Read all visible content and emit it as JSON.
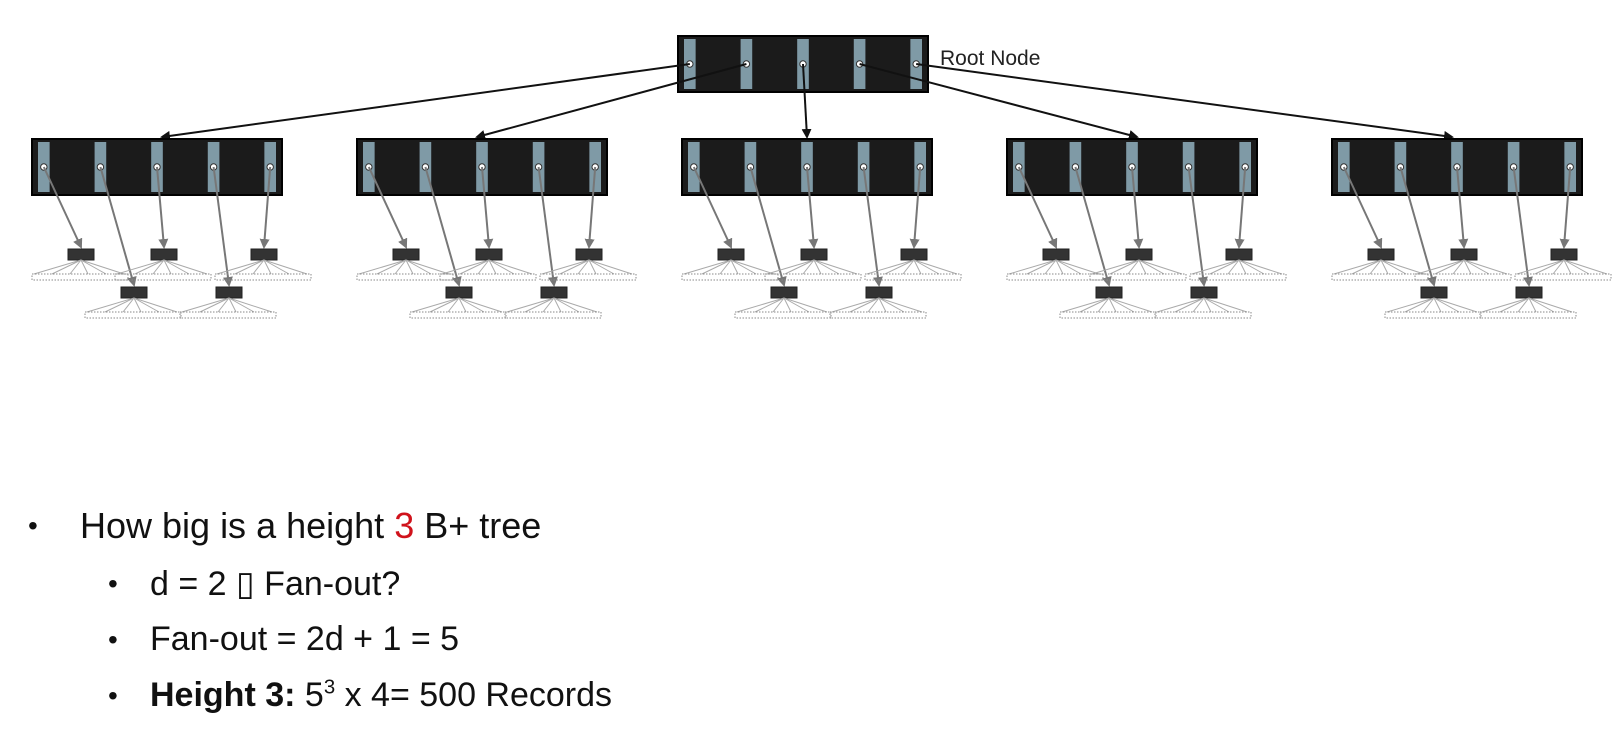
{
  "diagram": {
    "root_label": "Root Node",
    "root_keys": 5,
    "child_count": 5,
    "child_keys": 5,
    "colors": {
      "node_fill": "#1b1b1b",
      "pointer_fill": "#7f9aa6",
      "arrow": "#111111",
      "leaf_arrow": "#777777",
      "leaf": "#8a8a8a"
    }
  },
  "bullets": {
    "b1_pre": "How big is a height ",
    "b1_num": "3",
    "b1_post": " B+ tree",
    "b2": "d = 2 ▯ Fan-out?",
    "b3": "Fan-out = 2d + 1 = 5",
    "b4_bold": "Height 3:",
    "b4_base": " 5",
    "b4_exp": "3",
    "b4_post": " x 4= 500 Records"
  }
}
